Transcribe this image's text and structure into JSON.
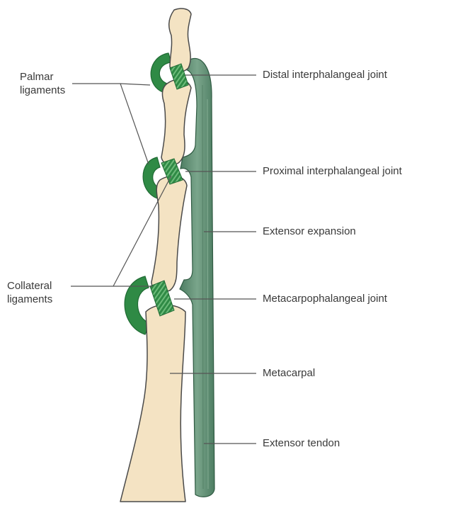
{
  "labels": {
    "palmar_ligaments": [
      "Palmar",
      "ligaments"
    ],
    "collateral_ligaments": [
      "Collateral",
      "ligaments"
    ],
    "distal_ip_joint": "Distal interphalangeal joint",
    "proximal_ip_joint": "Proximal interphalangeal joint",
    "extensor_expansion": "Extensor expansion",
    "mcp_joint": "Metacarpophalangeal joint",
    "metacarpal": "Metacarpal",
    "extensor_tendon": "Extensor tendon"
  },
  "colors": {
    "bone": "#f4e3c3",
    "bone_outline": "#4a4a4a",
    "tendon": "#5f8f73",
    "tendon_dark": "#3f6b52",
    "ligament": "#2f8a45",
    "ligament_dark": "#1f6a33",
    "leader": "#555555"
  }
}
